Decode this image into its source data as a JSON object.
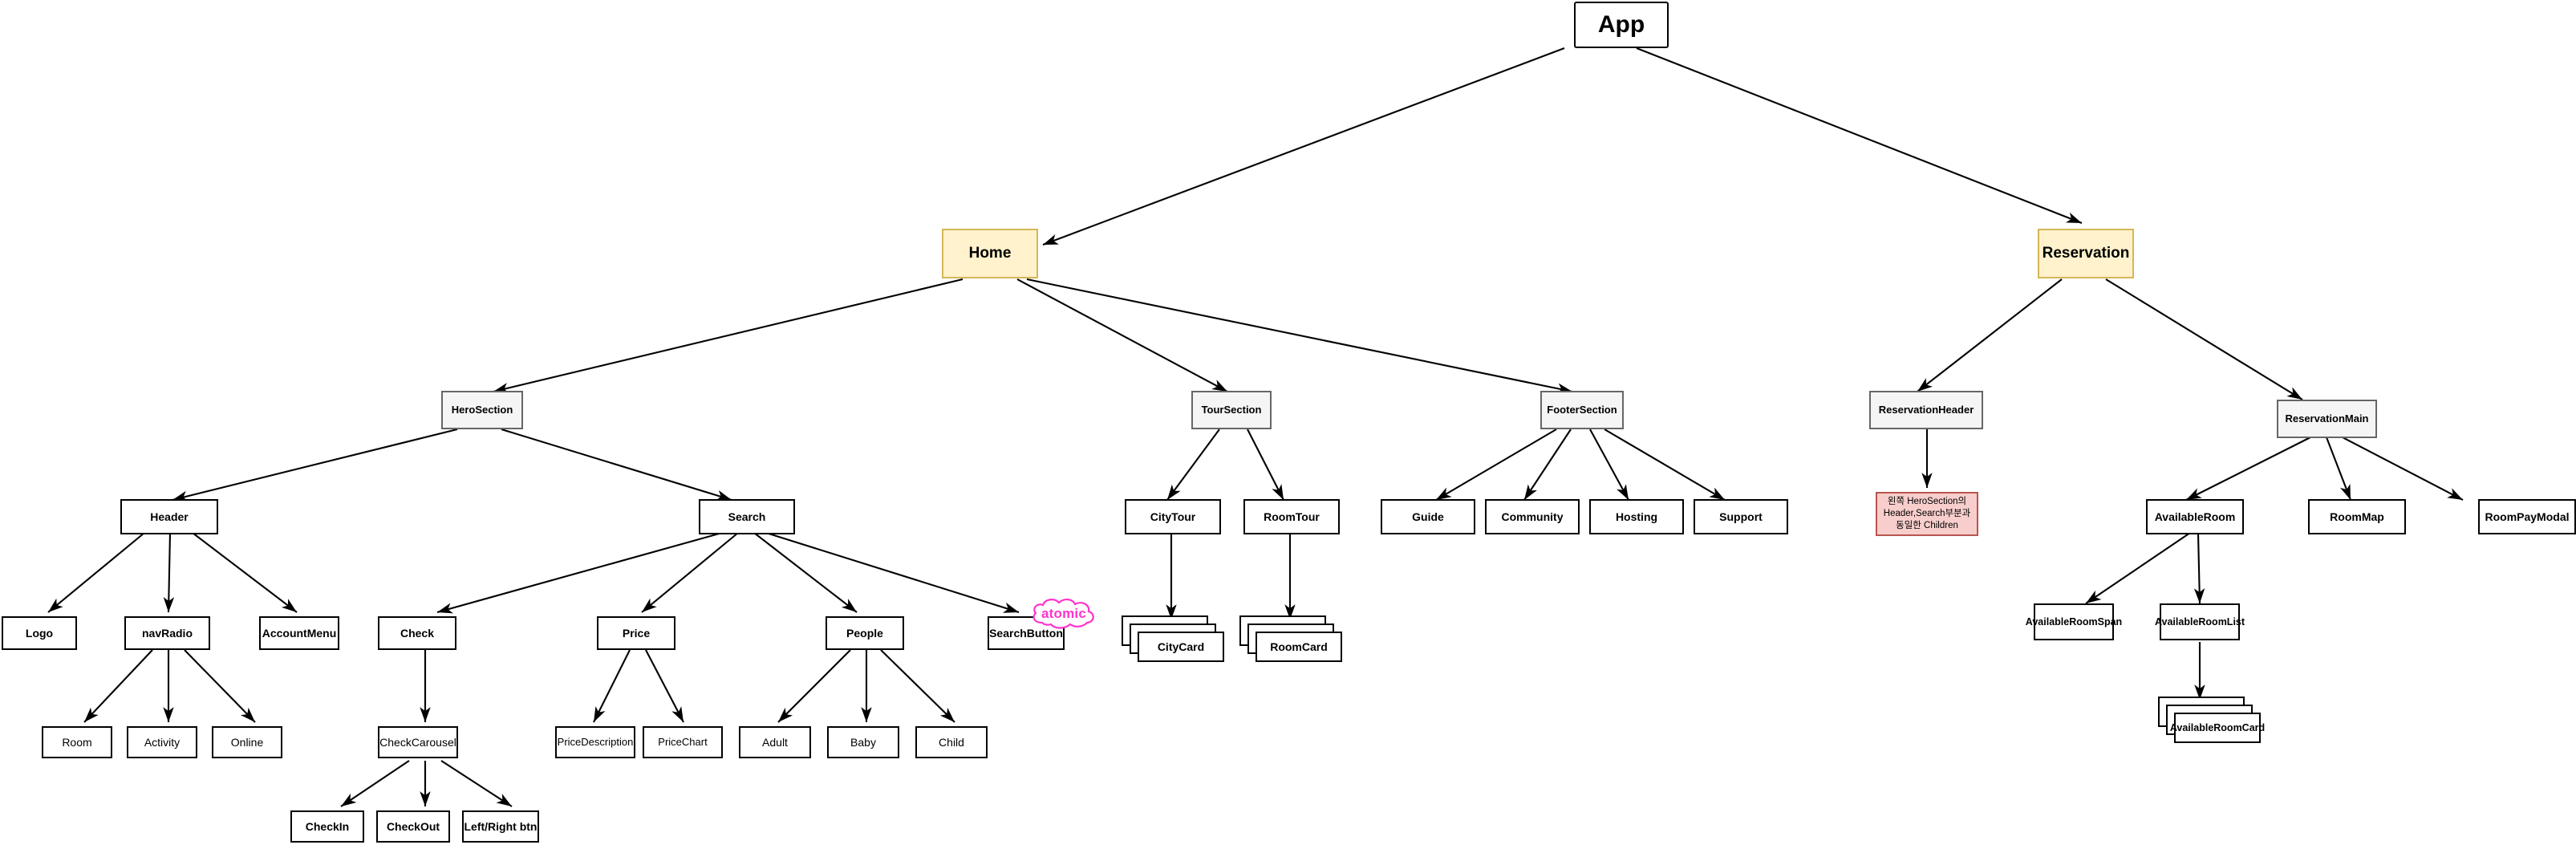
{
  "diagram": {
    "title": "App component tree",
    "colors": {
      "accent_fill": "#fff2cc",
      "accent_stroke": "#d6b656",
      "gray_fill": "#f5f5f5",
      "gray_stroke": "#666666",
      "note_fill": "#f8cecc",
      "note_stroke": "#b85450",
      "edge": "#000000",
      "cloud": "#ff33cc",
      "node_fill": "#ffffff",
      "node_stroke": "#000000"
    },
    "nodes": {
      "app": "App",
      "home": "Home",
      "reservation": "Reservation",
      "hero_section": "HeroSection",
      "tour_section": "TourSection",
      "footer_section": "FooterSection",
      "reservation_header": "ReservationHeader",
      "reservation_main": "ReservationMain",
      "header": "Header",
      "search": "Search",
      "city_tour": "CityTour",
      "room_tour": "RoomTour",
      "guide": "Guide",
      "community": "Community",
      "hosting": "Hosting",
      "support": "Support",
      "note": "왼쪽 HeroSection의 Header,Search부분과 동일한 Children",
      "available_room": "AvailableRoom",
      "room_map": "RoomMap",
      "room_pay_modal": "RoomPayModal",
      "logo": "Logo",
      "nav_radio": "navRadio",
      "account_menu": "AccountMenu",
      "check": "Check",
      "price": "Price",
      "people": "People",
      "search_button": "SearchButton",
      "atomic": "atomic",
      "city_card": "CityCard",
      "room_card": "RoomCard",
      "available_room_span": "AvailableRoomSpan",
      "available_room_list": "AvailableRoomList",
      "available_room_card": "AvailableRoomCard",
      "room": "Room",
      "activity": "Activity",
      "online": "Online",
      "check_carousel": "CheckCarousel",
      "price_description": "PriceDescription",
      "price_chart": "PriceChart",
      "adult": "Adult",
      "baby": "Baby",
      "child": "Child",
      "check_in": "CheckIn",
      "check_out": "CheckOut",
      "left_right_btn": "Left/Right btn"
    }
  }
}
